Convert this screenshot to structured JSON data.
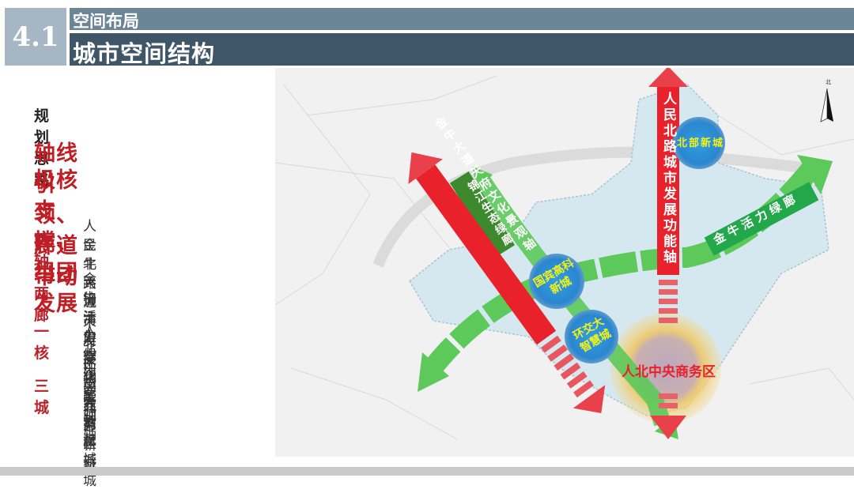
{
  "header": {
    "section_number": "4.1",
    "subtitle": "空间布局",
    "title": "城市空间结构"
  },
  "left_panel": {
    "section_label": "规划思路",
    "slogan_lines": [
      "轴线引领、廊道带动",
      "极核支撑、组团发展"
    ],
    "items": [
      {
        "key": "两轴",
        "values": [
          "人民北路城市发展功能轴",
          "金牛大道天府文化景观轴"
        ]
      },
      {
        "key": "两廊",
        "values": [
          "金牛活力绿廊",
          "锦江生态绿廊"
        ]
      },
      {
        "key": "一核",
        "values": [
          "人北中央商务区"
        ]
      },
      {
        "key": "三城",
        "values": [
          "环交大智慧城",
          "国宾高科新城",
          "北部新城"
        ]
      }
    ]
  },
  "map": {
    "north_label": "北",
    "axes": [
      {
        "label": "人民北路城市发展功能轴",
        "color": "#e8212b"
      },
      {
        "label": "金牛大道天府文化景观轴",
        "color": "#e8212b"
      }
    ],
    "corridors": [
      {
        "label": "金牛活力绿廊",
        "color": "#22a74a"
      },
      {
        "label": "锦江生态绿廊",
        "color": "#3d8a2e"
      }
    ],
    "core": {
      "label": "人北中央商务区",
      "color": "#e8212b"
    },
    "cities": [
      {
        "label": "北部新城",
        "color": "#2f8fd8"
      },
      {
        "label_line1": "国宾高科",
        "label_line2": "新城",
        "color": "#2f8fd8"
      },
      {
        "label_line1": "环交大",
        "label_line2": "智慧城",
        "color": "#2f8fd8"
      }
    ],
    "city_label_color": "#f2f21a"
  },
  "colors": {
    "title_bar": "#3f5568",
    "subtitle_bar": "#6b8597",
    "number_box": "#a7b6c5",
    "accent_red": "#c01d24"
  }
}
